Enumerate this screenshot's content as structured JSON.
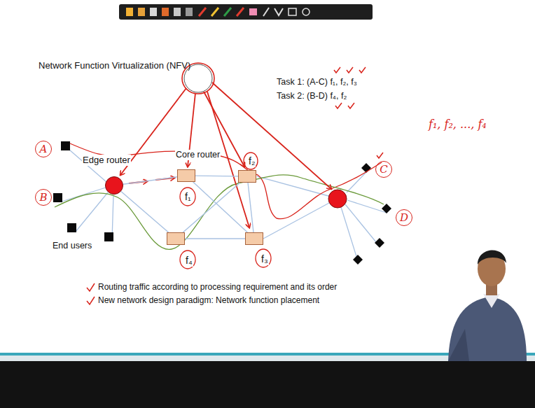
{
  "diagram": {
    "title": "Network Function Virtualization (NFV)",
    "nodes": [
      {
        "text": [
          "Edge router"
        ]
      },
      {
        "text": [
          "f₁"
        ]
      },
      {
        "text": [
          "f₂"
        ]
      },
      {
        "text": [
          "f₄"
        ]
      },
      {
        "text": [
          "f₃"
        ]
      },
      {
        "text": [
          "A"
        ]
      },
      {
        "text": [
          "B"
        ]
      },
      {
        "text": [
          "C"
        ]
      },
      {
        "text": [
          "D"
        ]
      }
    ],
    "edges": [
      {
        "from": 0,
        "to": 1,
        "arrow": "none"
      },
      {
        "from": 0,
        "to": 3,
        "arrow": "none"
      },
      {
        "from": 1,
        "to": 2,
        "arrow": "none"
      },
      {
        "from": 1,
        "to": 4,
        "arrow": "none"
      },
      {
        "from": 3,
        "to": 2,
        "arrow": "none"
      },
      {
        "from": 3,
        "to": 4,
        "arrow": "none"
      },
      {
        "from": 2,
        "to": 4,
        "arrow": "none"
      }
    ],
    "labels": [
      "Task 1: (A-C) f₁, f₂, f₃",
      "Task 2: (B-D) f₄, f₂",
      "f₁, f₂, ..., f₄",
      "Core router",
      "End users",
      "Routing traffic according to processing requirement and its order",
      "New network design paradigm: Network function placement"
    ]
  }
}
